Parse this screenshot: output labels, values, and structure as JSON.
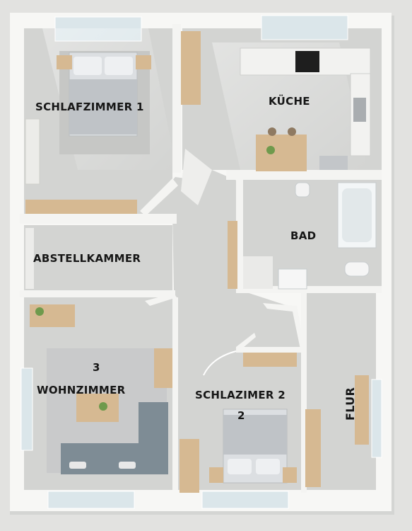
{
  "rooms": {
    "schlafzimmer1": "SCHLAFZIMMER 1",
    "kueche": "KÜCHE",
    "bad": "BAD",
    "abstellkammer": "ABSTELLKAMMER",
    "wohnzimmer_number": "3",
    "wohnzimmer": "WOHNZIMMER",
    "schlafzimmer2": "SCHLAZIMER 2",
    "schlafzimmer2_number": "2",
    "flur": "FLUR"
  },
  "colors": {
    "wall": "#f7f7f5",
    "floor": "#d3d4d2",
    "wood": "#d6b992",
    "sofa": "#7e8c95",
    "bed": "#cfd1d3",
    "window": "#dbe6ea"
  }
}
